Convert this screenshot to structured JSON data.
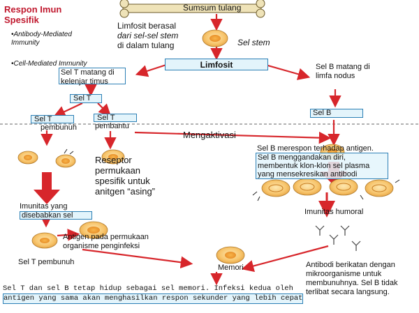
{
  "title_line1": "Respon Imun",
  "title_line2": "Spesifik",
  "bullets": [
    "Antibody-Mediated Immunity",
    "Cell-Mediated Immunity"
  ],
  "bone_label": "Sumsum tulang",
  "limfosit_desc": [
    "Limfosit berasal",
    "dari sel-sel stem",
    "di dalam tulang"
  ],
  "sel_stem": "Sel stem",
  "limfosit_box": "Limfosit",
  "sel_t_matang": [
    "Sel T matang di",
    "kelenjar timus"
  ],
  "sel_b_matang": [
    "Sel B matang di",
    "limfa nodus"
  ],
  "sel_t_box": "Sel T",
  "sel_t_pembunuh": [
    "Sel T",
    "pembunuh"
  ],
  "sel_t_pembantu": [
    "Sel T",
    "pembantu"
  ],
  "sel_b_box": "Sel B",
  "mengaktivasi": "Mengaktivasi",
  "sel_b_merespon": "Sel B merespon terhadap antigen.",
  "sel_b_menggandakan": [
    "Sel B menggandakan diri,",
    "membentuk klon-klon sel plasma",
    "yang mensekresikan antibodi"
  ],
  "reseptor": [
    "Reseptor",
    "permukaan",
    "spesifik untuk",
    "anitgen “asing”"
  ],
  "imunitas_sel": [
    "Imunitas yang",
    "disebabkan sel"
  ],
  "imunitas_humoral": "Imunitas humoral",
  "antigen_permukaan": [
    "Antigen pada permukaan",
    "organisme penginfeksi"
  ],
  "sel_t_pembunuh_bottom": "Sel T pembunuh",
  "memori": "Memori",
  "antibodi_desc": [
    "Antibodi berikatan dengan",
    "mikroorganisme untuk",
    "membunuhnya. Sel B tidak",
    "terlibat secara langsung."
  ],
  "footer": [
    "Sel T dan sel B tetap hidup sebagai sel memori. Infeksi kedua oleh",
    "antigen yang sama akan menghasilkan respon sekunder yang lebih cepat"
  ],
  "colors": {
    "title": "#c0182e",
    "arrow": "#d7262b",
    "box_border": "#2b7fb5",
    "cell_fill": "#f6c36a",
    "cell_nucleus": "#f2a73a"
  }
}
